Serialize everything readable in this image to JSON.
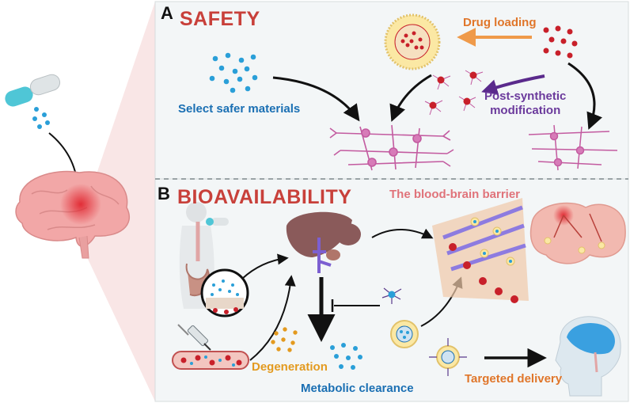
{
  "panels": {
    "a": {
      "letter": "A",
      "title": "SAFETY"
    },
    "b": {
      "letter": "B",
      "title": "BIOAVAILABILITY"
    }
  },
  "labels": {
    "drug_loading": "Drug loading",
    "select_safer_materials": "Select safer materials",
    "post_synthetic_line1": "Post-synthetic",
    "post_synthetic_line2": "modification",
    "blood_brain_barrier": "The blood-brain barrier",
    "degeneration": "Degeneration",
    "metabolic_clearance": "Metabolic clearance",
    "targeted_delivery": "Targeted delivery"
  },
  "colors": {
    "panel_bg": "#f3f6f7",
    "title_red": "#c8403a",
    "text_blue": "#1a6fb3",
    "text_orange": "#e0762a",
    "text_purple": "#6b3a9c",
    "text_pink": "#e0737a",
    "text_amber": "#e39a1f",
    "particle_blue": "#2a9fd8",
    "particle_red": "#c8202a",
    "neuron_purple": "#c35ba0",
    "brain_pink": "#f2a7a7",
    "liver_brown": "#8a5a5a"
  },
  "icons": [
    "capsule-icon",
    "brain-icon",
    "nanoparticle-icon",
    "neuron-icon",
    "liver-icon",
    "syringe-icon",
    "blood-vessel-icon",
    "human-head-icon",
    "human-body-icon"
  ]
}
